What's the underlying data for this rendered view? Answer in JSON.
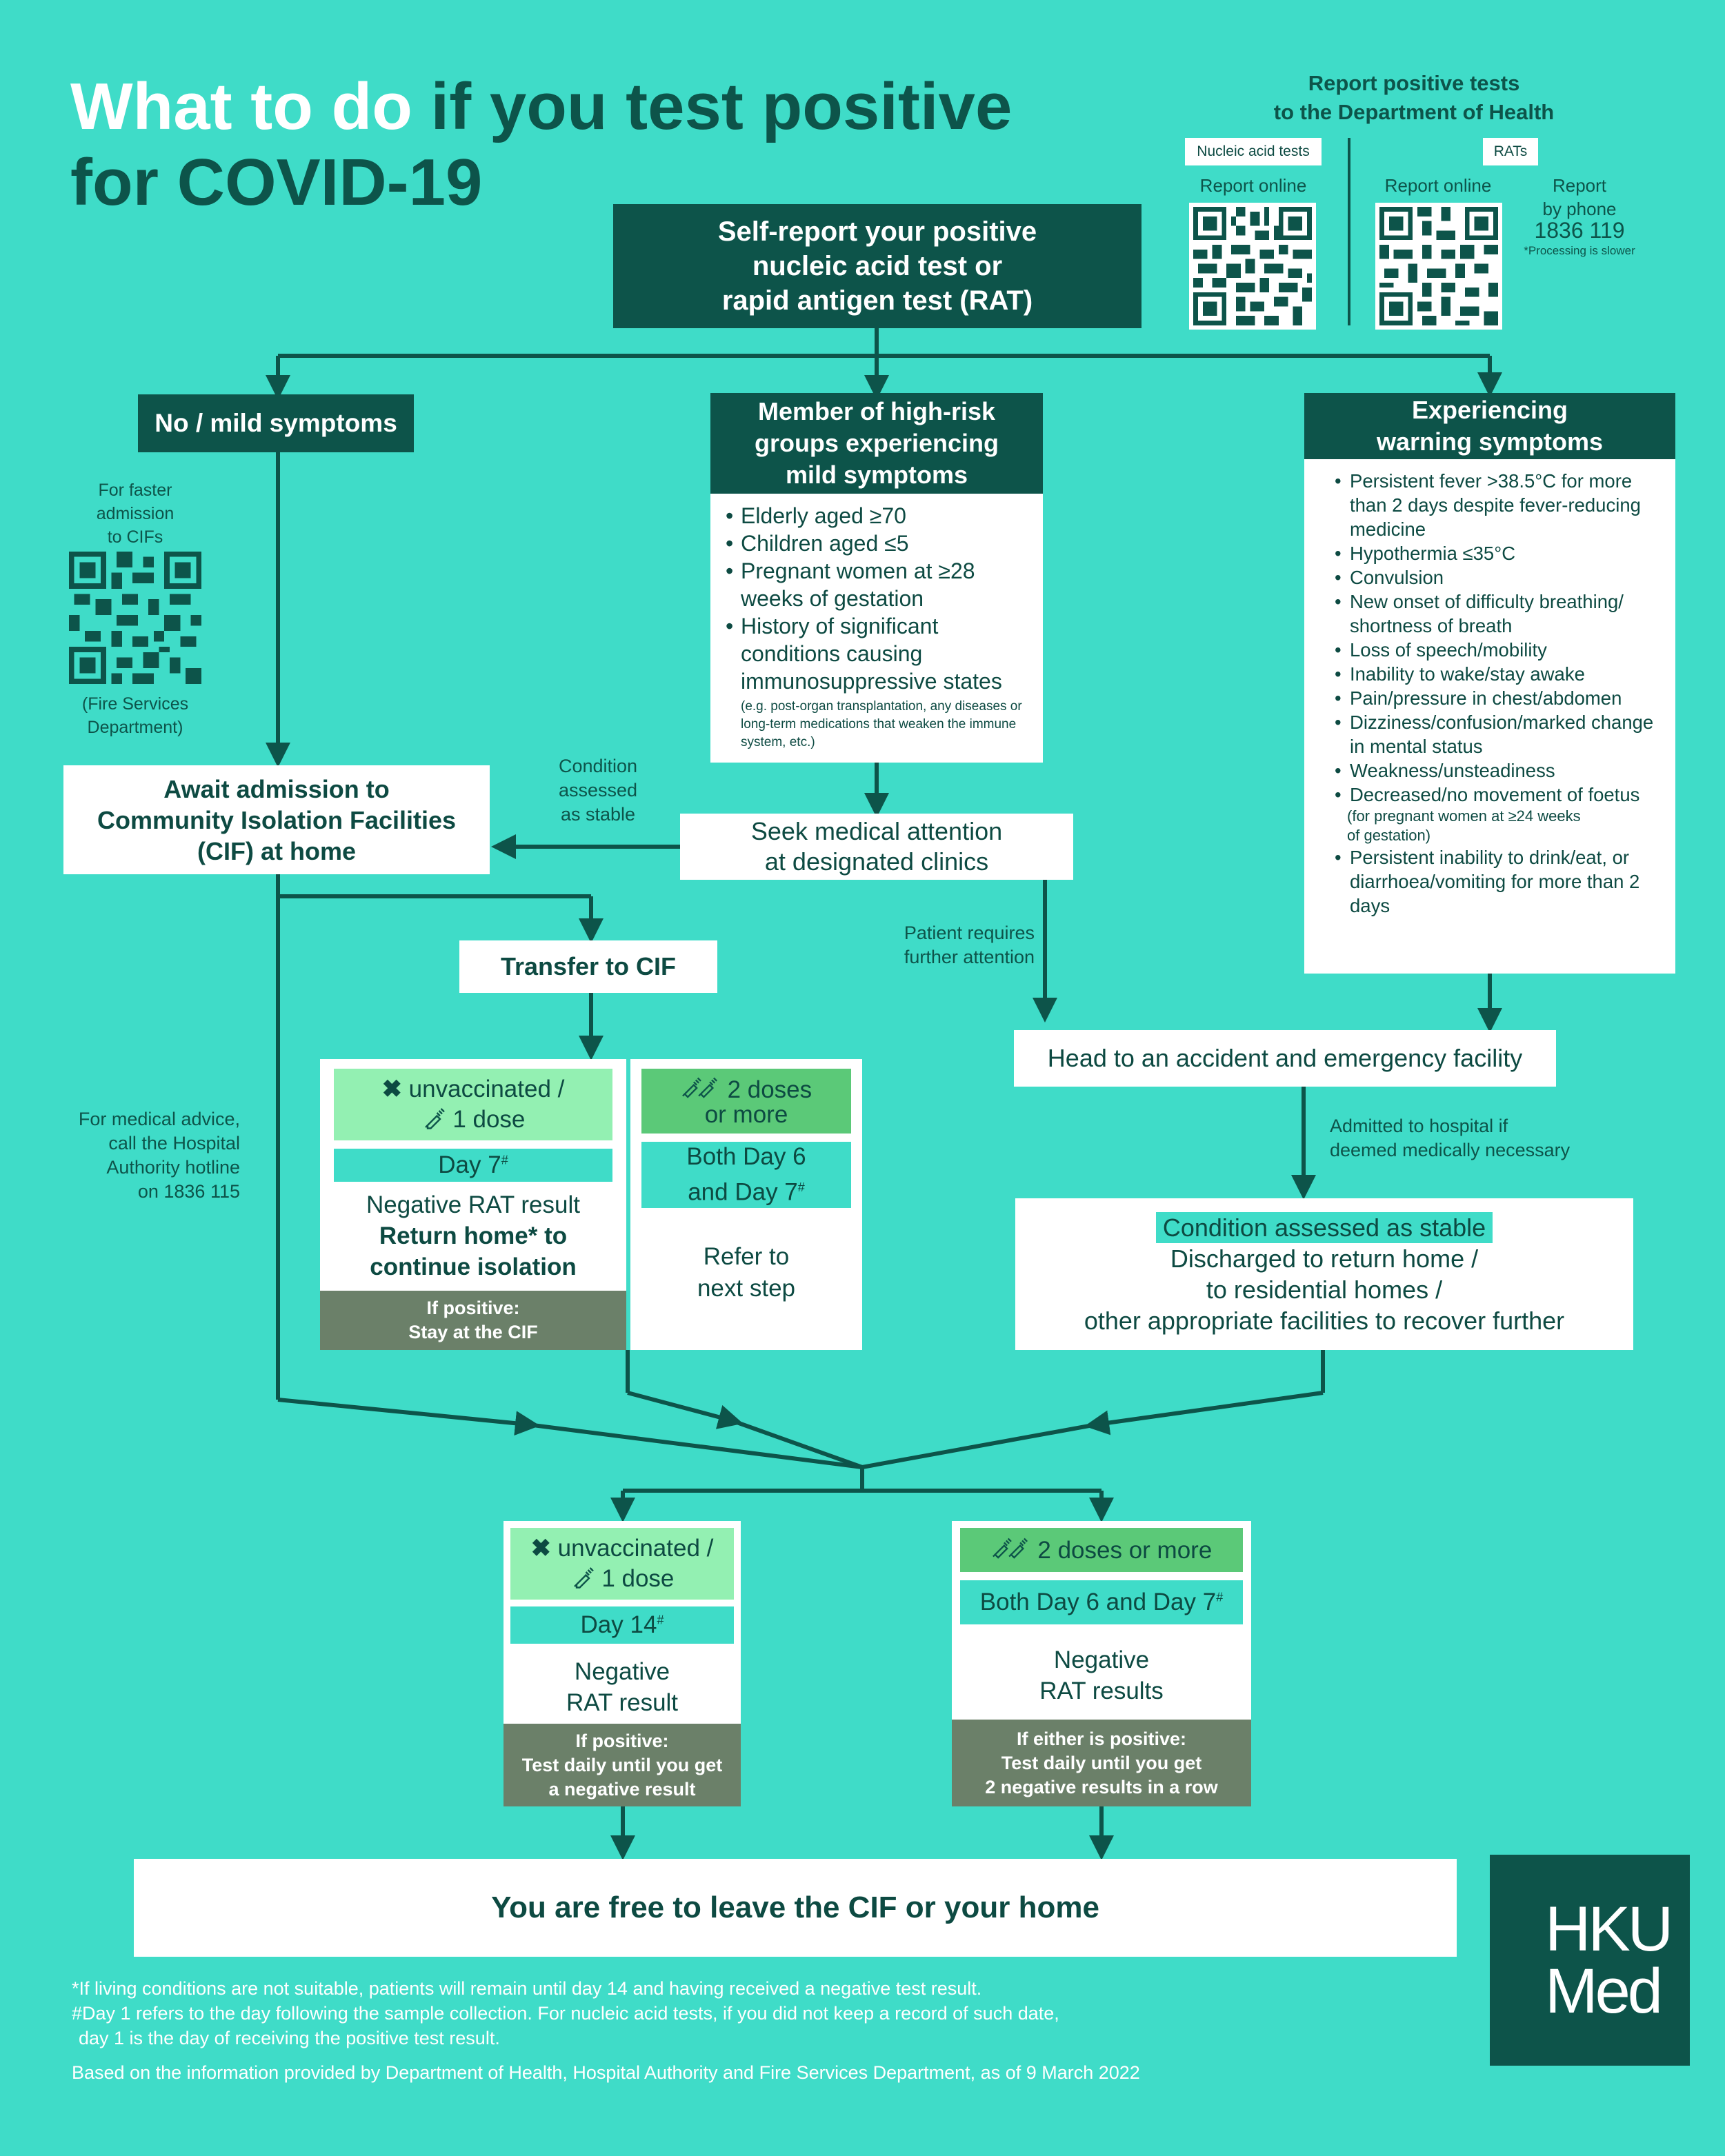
{
  "title": {
    "line1_white": "What to do ",
    "line1_dark": "if you test positive",
    "line2": "for COVID-19"
  },
  "report": {
    "heading_line1": "Report positive tests",
    "heading_line2": "to the Department of Health",
    "nucleic_tab": "Nucleic acid tests",
    "rats_tab": "RATs",
    "nucleic_online": "Report online",
    "rats_online": "Report online",
    "phone_label_line1": "Report",
    "phone_label_line2": "by phone",
    "phone_number": "1836 119",
    "phone_note": "*Processing is slower"
  },
  "self_report": {
    "line1": "Self-report your positive",
    "line2": "nucleic acid test or",
    "line3": "rapid antigen test (RAT)"
  },
  "mild": {
    "label": "No / mild symptoms",
    "faster_line1": "For faster",
    "faster_line2": "admission",
    "faster_line3": "to CIFs",
    "fsd_line1": "(Fire Services",
    "fsd_line2": "Department)"
  },
  "high_risk": {
    "header_line1": "Member of high-risk",
    "header_line2": "groups experiencing",
    "header_line3": "mild symptoms",
    "items": [
      "Elderly aged ≥70",
      "Children aged ≤5",
      "Pregnant women at ≥28 weeks of gestation",
      "History of significant conditions causing immunosuppressive states"
    ],
    "note": "(e.g. post-organ transplantation, any diseases or long-term medications that weaken the immune system, etc.)"
  },
  "warning": {
    "header_line1": "Experiencing",
    "header_line2": "warning symptoms",
    "items": [
      "Persistent fever >38.5°C for more than 2 days despite fever-reducing medicine",
      "Hypothermia ≤35°C",
      "Convulsion",
      "New onset of difficulty breathing/ shortness of breath",
      "Loss of speech/mobility",
      "Inability to wake/stay awake",
      "Pain/pressure in chest/abdomen",
      "Dizziness/confusion/marked change in mental status",
      "Weakness/unsteadiness",
      "Decreased/no movement of foetus",
      "Persistent inability to drink/eat, or diarrhoea/vomiting for more than 2 days"
    ],
    "foetus_note_line1": "(for pregnant women at ≥24 weeks",
    "foetus_note_line2": "of gestation)"
  },
  "await_cif": {
    "line1": "Await admission to",
    "line2": "Community Isolation Facilities",
    "line3": "(CIF) at home"
  },
  "condition_stable": {
    "line1": "Condition",
    "line2": "assessed",
    "line3": "as stable"
  },
  "clinic": {
    "line1": "Seek medical attention",
    "line2": "at designated clinics"
  },
  "patient_requires": {
    "line1": "Patient requires",
    "line2": "further attention"
  },
  "transfer": "Transfer to CIF",
  "ha_hotline": {
    "line1": "For medical advice,",
    "line2": "call the Hospital",
    "line3": "Authority hotline",
    "line4": "on 1836 115"
  },
  "ae": "Head to an accident and emergency facility",
  "admitted": {
    "line1": "Admitted to hospital if",
    "line2": "deemed medically necessary"
  },
  "discharged": {
    "tag": "Condition assessed as stable",
    "line1": "Discharged to return home /",
    "line2": "to residential homes /",
    "line3": "other appropriate facilities to recover further"
  },
  "cif_unvacc": {
    "header_line1": "unvaccinated /",
    "header_line2": "1 dose",
    "day": "Day 7",
    "day_sup": "#",
    "result": "Negative RAT result",
    "action_line1": "Return home* to",
    "action_line2": "continue isolation",
    "positive_line1": "If positive:",
    "positive_line2": "Stay at the CIF"
  },
  "cif_vacc": {
    "header_line1": "2 doses",
    "header_line2": "or more",
    "day_line1": "Both Day 6",
    "day_line2": "and Day 7",
    "day_sup": "#",
    "next_line1": "Refer to",
    "next_line2": "next step"
  },
  "home_unvacc": {
    "header_line1": "unvaccinated /",
    "header_line2": "1 dose",
    "day": "Day 14",
    "day_sup": "#",
    "result_line1": "Negative",
    "result_line2": "RAT result",
    "positive_line1": "If positive:",
    "positive_line2": "Test daily until you get",
    "positive_line3": "a negative result"
  },
  "home_vacc": {
    "header": "2 doses or more",
    "day": "Both Day 6 and Day 7",
    "day_sup": "#",
    "result_line1": "Negative",
    "result_line2": "RAT results",
    "positive_line1": "If either is positive:",
    "positive_line2": "Test daily until you get",
    "positive_line3": "2 negative results in a row"
  },
  "free": "You are free to leave the CIF or your home",
  "logo": {
    "line1": "HKU",
    "line2": "Med"
  },
  "footnotes": {
    "note1": "*If living conditions are not suitable, patients will remain until day 14 and having received a negative test result.",
    "note2_line1": "#Day 1 refers to the day following the sample collection. For nucleic acid tests, if you did not keep a record of such date,",
    "note2_line2": "day 1 is the day of receiving the positive test result.",
    "source": "Based on the information provided by Department of Health, Hospital Authority and Fire Services Department, as of 9 March 2022"
  },
  "icons": {
    "cross": "cross-icon",
    "syringe": "syringe-icon",
    "qr": "qr-code-icon"
  },
  "colors": {
    "background": "#3fdcc8",
    "dark_green": "#0d544a",
    "light_green": "#93f0b2",
    "medium_green": "#5bc978",
    "gray_green": "#6b8069"
  }
}
